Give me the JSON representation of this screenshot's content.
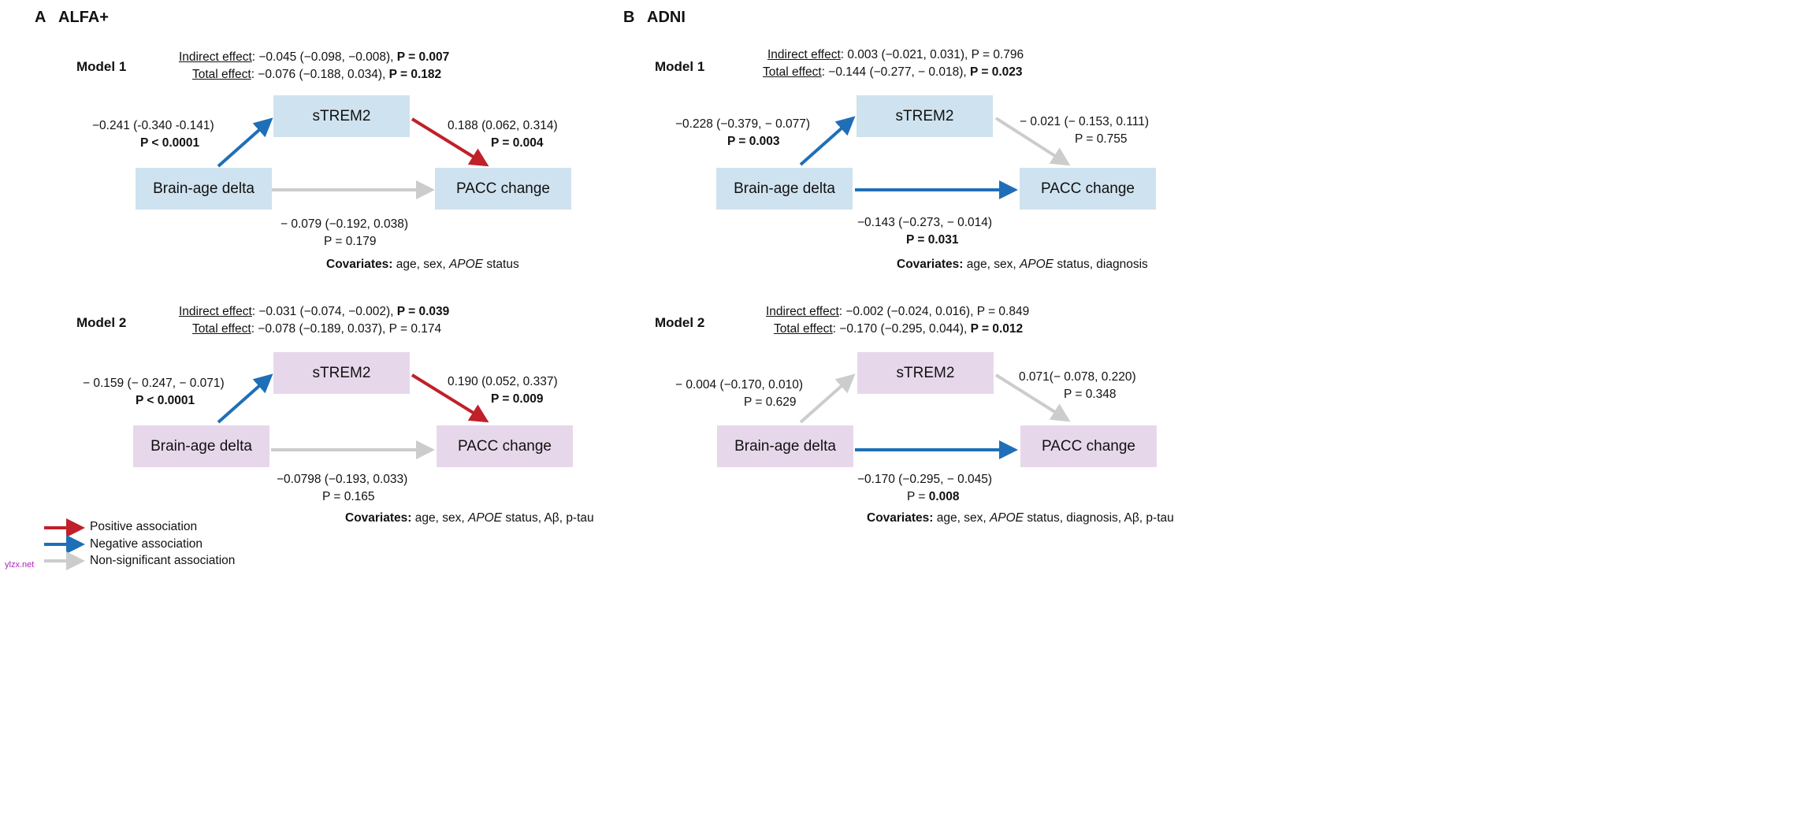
{
  "panels": [
    {
      "letter": "A",
      "name": "ALFA+",
      "models": [
        {
          "title": "Model 1",
          "indirect_label": "Indirect effect",
          "indirect_value": ": −0.045 (−0.098, −0.008), ",
          "indirect_p": "P = 0.007",
          "total_label": "Total effect",
          "total_value": ": −0.076 (−0.188, 0.034), ",
          "total_p": "P = 0.182",
          "mediator": "sTREM2",
          "exposure": "Brain-age delta",
          "outcome": "PACC change",
          "path_a": {
            "estimate": "−0.241 (-0.340  -0.141)",
            "p_prefix": "",
            "p": "P < 0.0001",
            "p_bold": true,
            "color": "negative"
          },
          "path_b": {
            "estimate": "0.188 (0.062, 0.314)",
            "p_prefix": "",
            "p": "P = 0.004",
            "p_bold": true,
            "color": "positive"
          },
          "path_c": {
            "estimate": "− 0.079 (−0.192, 0.038)",
            "p_prefix": "P = 0.179",
            "p": "",
            "p_bold": false,
            "color": "nonsignificant"
          },
          "covariates_label": "Covariates:",
          "covariates_pre": " age, sex, ",
          "covariates_italic": "APOE",
          "covariates_post": " status"
        },
        {
          "title": "Model 2",
          "indirect_label": "Indirect effect",
          "indirect_value": ": −0.031 (−0.074, −0.002), ",
          "indirect_p": "P = 0.039",
          "total_label": "Total effect",
          "total_value": ": −0.078 (−0.189, 0.037), P = 0.174",
          "total_p": "",
          "mediator": "sTREM2",
          "exposure": "Brain-age delta",
          "outcome": "PACC change",
          "path_a": {
            "estimate": "− 0.159 (− 0.247, − 0.071)",
            "p_prefix": "",
            "p": "P < 0.0001",
            "p_bold": true,
            "color": "negative"
          },
          "path_b": {
            "estimate": "0.190 (0.052, 0.337)",
            "p_prefix": "",
            "p": "P = 0.009",
            "p_bold": true,
            "color": "positive"
          },
          "path_c": {
            "estimate": "−0.0798 (−0.193, 0.033)",
            "p_prefix": "P = 0.165",
            "p": "",
            "p_bold": false,
            "color": "nonsignificant"
          },
          "covariates_label": "Covariates:",
          "covariates_pre": " age, sex, ",
          "covariates_italic": "APOE",
          "covariates_post": " status, Aβ, p-tau"
        }
      ]
    },
    {
      "letter": "B",
      "name": "ADNI",
      "models": [
        {
          "title": "Model 1",
          "indirect_label": "Indirect effect",
          "indirect_value": ": 0.003 (−0.021, 0.031), P = 0.796",
          "indirect_p": "",
          "total_label": "Total effect",
          "total_value": ": −0.144 (−0.277, − 0.018), ",
          "total_p": "P = 0.023",
          "mediator": "sTREM2",
          "exposure": "Brain-age delta",
          "outcome": "PACC change",
          "path_a": {
            "estimate": "−0.228 (−0.379, − 0.077)",
            "p_prefix": "",
            "p": "P = 0.003",
            "p_bold": true,
            "color": "negative"
          },
          "path_b": {
            "estimate": "− 0.021 (− 0.153, 0.111)",
            "p_prefix": "P = 0.755",
            "p": "",
            "p_bold": false,
            "color": "nonsignificant"
          },
          "path_c": {
            "estimate": "−0.143 (−0.273, − 0.014)",
            "p_prefix": "",
            "p": "P = 0.031",
            "p_bold": true,
            "color": "negative"
          },
          "covariates_label": "Covariates:",
          "covariates_pre": " age, sex, ",
          "covariates_italic": "APOE",
          "covariates_post": " status, diagnosis"
        },
        {
          "title": "Model 2",
          "indirect_label": "Indirect effect",
          "indirect_value": ": −0.002 (−0.024, 0.016), P = 0.849",
          "indirect_p": "",
          "total_label": "Total effect",
          "total_value": ": −0.170 (−0.295, 0.044), ",
          "total_p": "P = 0.012",
          "mediator": "sTREM2",
          "exposure": "Brain-age delta",
          "outcome": "PACC change",
          "path_a": {
            "estimate": "− 0.004 (−0.170, 0.010)",
            "p_prefix": "P = 0.629",
            "p": "",
            "p_bold": false,
            "color": "nonsignificant"
          },
          "path_b": {
            "estimate": "0.071(− 0.078, 0.220)",
            "p_prefix": "P = 0.348",
            "p": "",
            "p_bold": false,
            "color": "nonsignificant"
          },
          "path_c": {
            "estimate": "−0.170 (−0.295, − 0.045)",
            "p_prefix": "P = ",
            "p": "0.008",
            "p_bold": true,
            "color": "negative"
          },
          "covariates_label": "Covariates:",
          "covariates_pre": " age, sex, ",
          "covariates_italic": "APOE",
          "covariates_post": " status, diagnosis,  Aβ, p-tau"
        }
      ]
    }
  ],
  "legend": [
    {
      "label": "Positive association",
      "color": "#c0202a"
    },
    {
      "label": "Negative association",
      "color": "#1f6fb8"
    },
    {
      "label": "Non-significant association",
      "color": "#cccccc"
    }
  ],
  "colors": {
    "positive": "#c0202a",
    "negative": "#1f6fb8",
    "nonsignificant": "#cccccc",
    "node_model1": "#cfe2ef",
    "node_model2": "#e6d8ea"
  },
  "watermark": "ylzx.net"
}
